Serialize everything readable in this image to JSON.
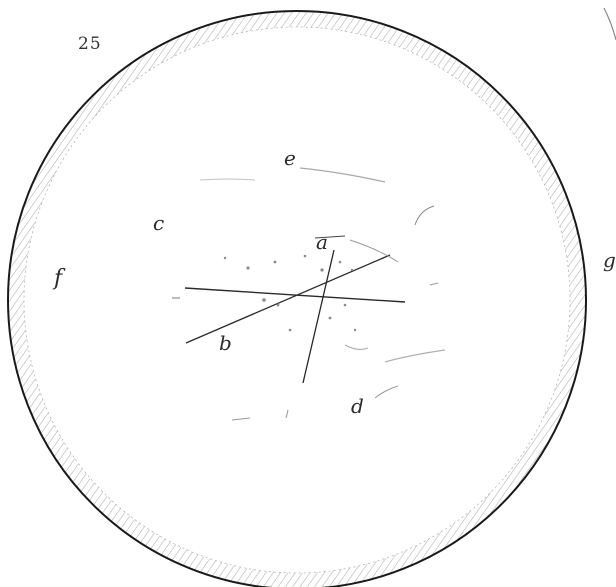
{
  "figure": {
    "number": "25",
    "labels": {
      "a": "a",
      "b": "b",
      "c": "c",
      "d": "d",
      "e": "e",
      "f": "f",
      "g": "g"
    }
  },
  "colors": {
    "ink": "#2a2a2a",
    "faint": "#9a9a9a",
    "background": "#ffffff"
  }
}
